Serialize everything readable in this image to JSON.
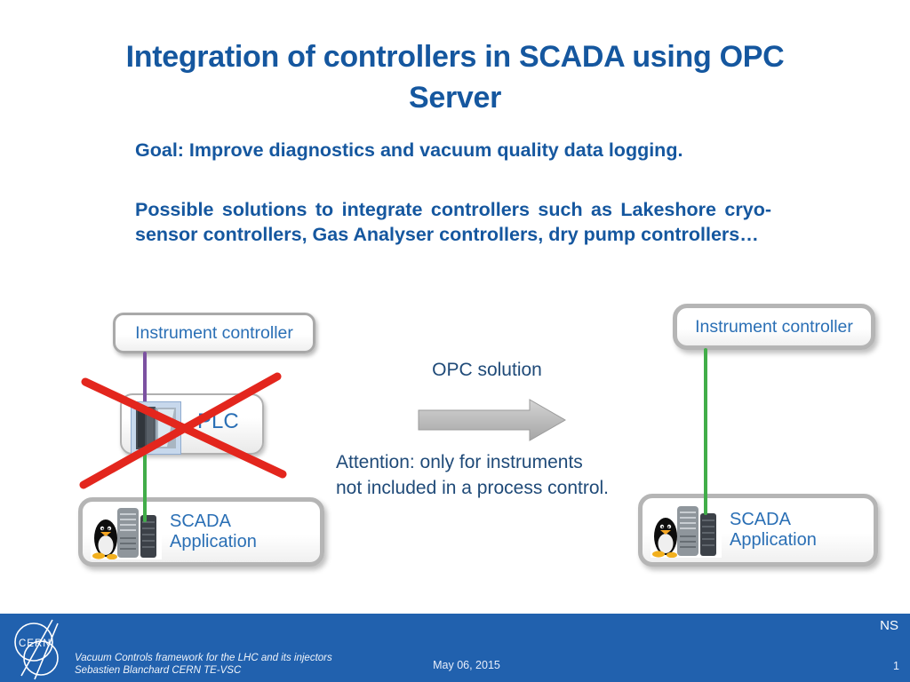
{
  "slide": {
    "title": "Integration of controllers in SCADA using OPC Server",
    "goal": "Goal: Improve diagnostics and vacuum quality data logging.",
    "body": "Possible solutions to integrate controllers such as Lakeshore cryo-sensor controllers, Gas Analyser controllers, dry pump controllers…"
  },
  "diagram": {
    "left": {
      "instrument_label": "Instrument controller",
      "plc_label": "PLC",
      "scada_label": "SCADA Application"
    },
    "center": {
      "opc_label": "OPC solution",
      "attention_line1": "Attention: only for instruments",
      "attention_line2": "not included in a process control."
    },
    "right": {
      "instrument_label": "Instrument controller",
      "scada_label": "SCADA Application"
    },
    "icons": {
      "plc_image": "plc-cabinet-photo",
      "scada_image": "tux-penguin-with-servers",
      "cross": "red-cross-out",
      "arrow": "gray-right-block-arrow"
    }
  },
  "footer": {
    "logo_text": "CERN",
    "credit_line1": "Vacuum Controls framework for the LHC and its injectors",
    "credit_line2": "Sebastien Blanchard CERN TE-VSC",
    "date": "May 06, 2015",
    "section": "NS",
    "page_number": "1"
  },
  "colors": {
    "title_text": "#15579f",
    "box_label_text": "#2a6fb5",
    "annotation_text": "#1f4a78",
    "footer_bar": "#2161ae",
    "cross_red": "#e3261d",
    "line_green": "#41ad49",
    "line_purple": "#7c51a1",
    "arrow_gray": "#b5b5b5"
  }
}
